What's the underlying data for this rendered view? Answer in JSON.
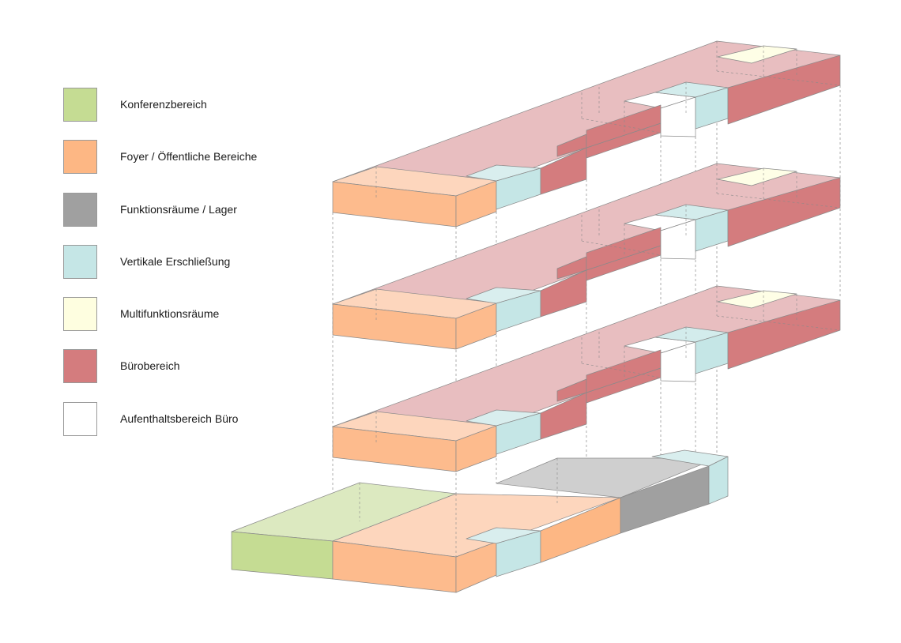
{
  "legend": {
    "items": [
      {
        "key": "konferenz",
        "label": "Konferenzbereich",
        "color": "#c5dc93"
      },
      {
        "key": "foyer",
        "label": "Foyer / Öffentliche Bereiche",
        "color": "#fdb784"
      },
      {
        "key": "funktion",
        "label": "Funktionsräume / Lager",
        "color": "#a0a0a0"
      },
      {
        "key": "erschliessung",
        "label": "Vertikale Erschließung",
        "color": "#c5e6e6"
      },
      {
        "key": "multi",
        "label": "Multifunktionsräume",
        "color": "#fefee0"
      },
      {
        "key": "buero",
        "label": "Bürobereich",
        "color": "#d47c7e"
      },
      {
        "key": "aufenthalt",
        "label": "Aufenthaltsbereich Büro",
        "color": "#ffffff"
      }
    ]
  }
}
